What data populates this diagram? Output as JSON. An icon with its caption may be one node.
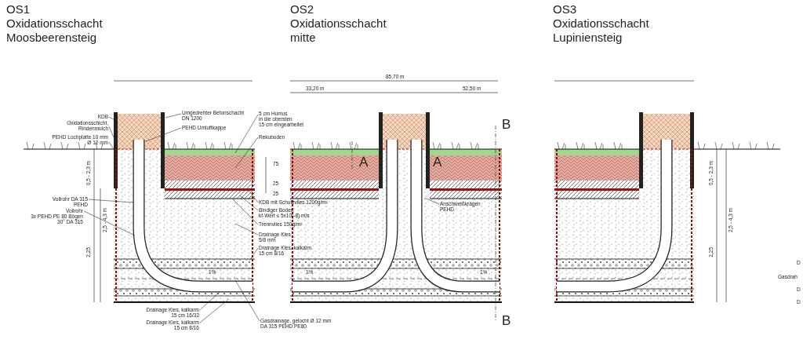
{
  "diagram": {
    "nodes": [
      {
        "text": [
          "KDB"
        ]
      },
      {
        "text": [
          "Oxidationsschicht, Rindenmulch"
        ]
      },
      {
        "text": [
          "PEHD Lochplatte 10 mm Ø 12 mm"
        ]
      },
      {
        "text": [
          "Vollrohr DA 315 PEHD"
        ]
      },
      {
        "text": [
          "Vollrohr 3x PEHD PE 80 Bögen 30° DA 315"
        ]
      },
      {
        "text": [
          "Umgedrehter Betonschacht DN 1200"
        ]
      },
      {
        "text": [
          "PEHD Umluftkappe"
        ]
      },
      {
        "text": [
          "5 cm Humus in die obersten 15 cm eingearbeitet"
        ]
      },
      {
        "text": [
          "Rekuboden"
        ]
      },
      {
        "text": [
          "KDB mit Schutzvlies 1200g/m²"
        ]
      },
      {
        "text": [
          "Bindiger Boden kf-Wert ≤ 5x10(-8) m/s"
        ]
      },
      {
        "text": [
          "Trennvlies 150g/m²"
        ]
      },
      {
        "text": [
          "Drainage Kies 5/8 mm"
        ]
      },
      {
        "text": [
          "Drainage Kies, kalkarm 15 cm 8/16"
        ]
      },
      {
        "text": [
          "Drainage Kies, kalkarm 15 cm 16/32"
        ]
      },
      {
        "text": [
          "Drainage Kies, kalkarm 15 cm 8/16"
        ]
      },
      {
        "text": [
          "Gasdrainage, gelocht Ø 12 mm DA 315 PEHD PE80"
        ]
      },
      {
        "text": [
          "Anschweißkragen PEHD"
        ]
      }
    ],
    "edges": [
      {
        "from": 0,
        "to": null,
        "arrow": "none"
      },
      {
        "from": 1,
        "to": null,
        "arrow": "none"
      },
      {
        "from": 2,
        "to": null,
        "arrow": "none"
      },
      {
        "from": 3,
        "to": null,
        "arrow": "none"
      },
      {
        "from": 4,
        "to": null,
        "arrow": "none"
      },
      {
        "from": 5,
        "to": null,
        "arrow": "none"
      },
      {
        "from": 6,
        "to": null,
        "arrow": "none"
      },
      {
        "from": 7,
        "to": null,
        "arrow": "none"
      },
      {
        "from": 8,
        "to": null,
        "arrow": "none"
      },
      {
        "from": 9,
        "to": null,
        "arrow": "none"
      },
      {
        "from": 10,
        "to": null,
        "arrow": "none"
      },
      {
        "from": 11,
        "to": null,
        "arrow": "none"
      },
      {
        "from": 12,
        "to": null,
        "arrow": "none"
      },
      {
        "from": 13,
        "to": null,
        "arrow": "none"
      },
      {
        "from": 14,
        "to": null,
        "arrow": "none"
      },
      {
        "from": 15,
        "to": null,
        "arrow": "none"
      },
      {
        "from": 16,
        "to": null,
        "arrow": "none"
      },
      {
        "from": 17,
        "to": null,
        "arrow": "none"
      }
    ],
    "labels": [
      "OS1",
      "Oxidationsschacht",
      "Moosbeerensteig",
      "OS2",
      "Oxidationsschacht",
      "mitte",
      "OS3",
      "Oxidationsschacht",
      "Lupiniensteig",
      "85,70 m",
      "33,20 m",
      "52,50 m",
      "0,5 - 2,3 m",
      "2,5 - 4,3 m",
      "2,25",
      "75",
      "25",
      "25",
      "1%",
      "1%",
      "1%",
      "A",
      "A",
      "B",
      "B",
      "0,5 - 2,3 m",
      "2,5 - 4,3 m",
      "2,25",
      "D",
      "Gasdrah",
      "D",
      "D"
    ]
  }
}
